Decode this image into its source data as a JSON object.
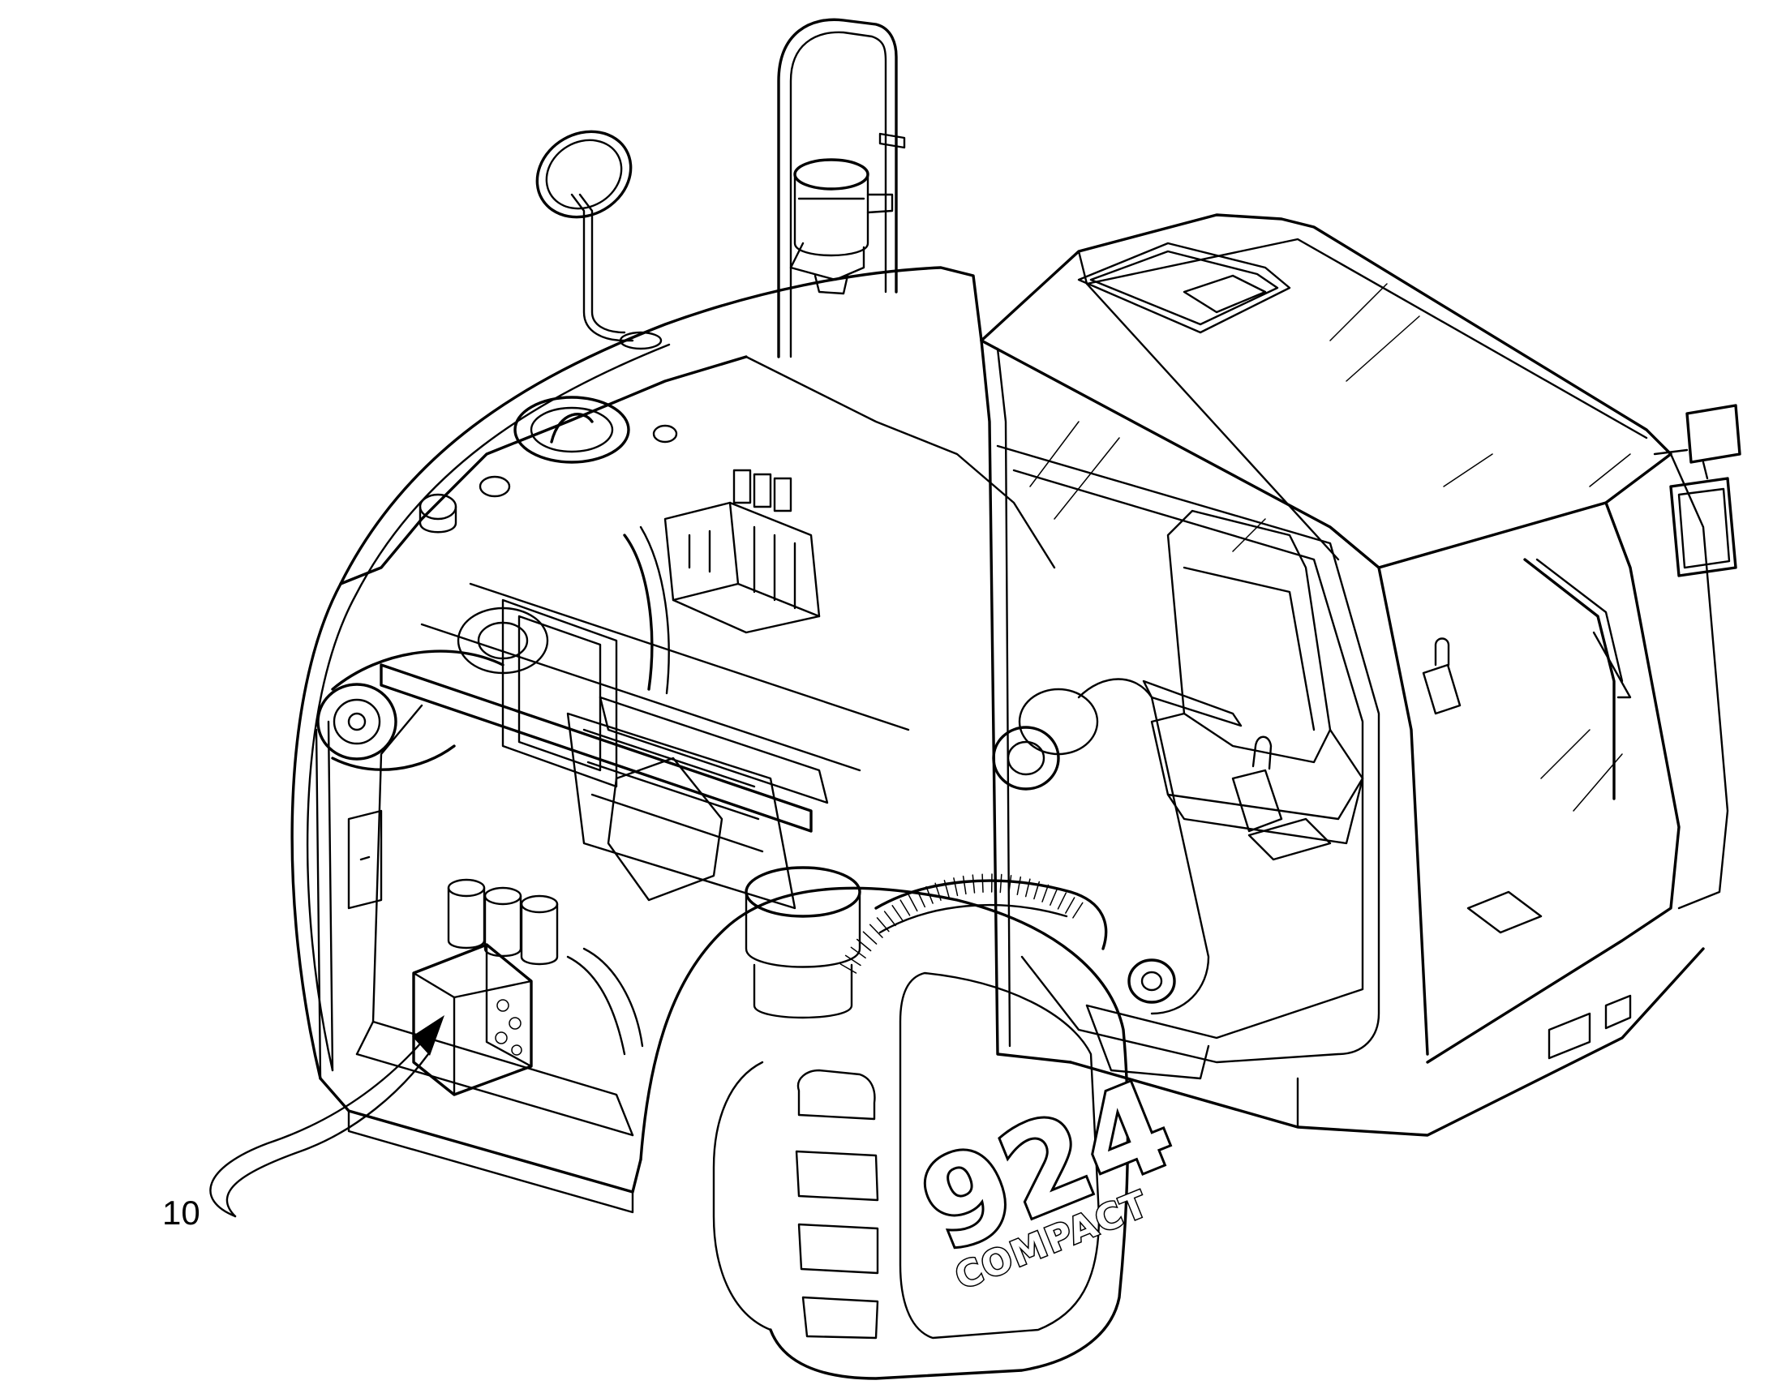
{
  "callouts": [
    {
      "label": "10"
    }
  ],
  "decal": {
    "model_number": "924",
    "model_word": "COMPACT"
  },
  "colors": {
    "line": "#000000",
    "background": "#ffffff"
  }
}
